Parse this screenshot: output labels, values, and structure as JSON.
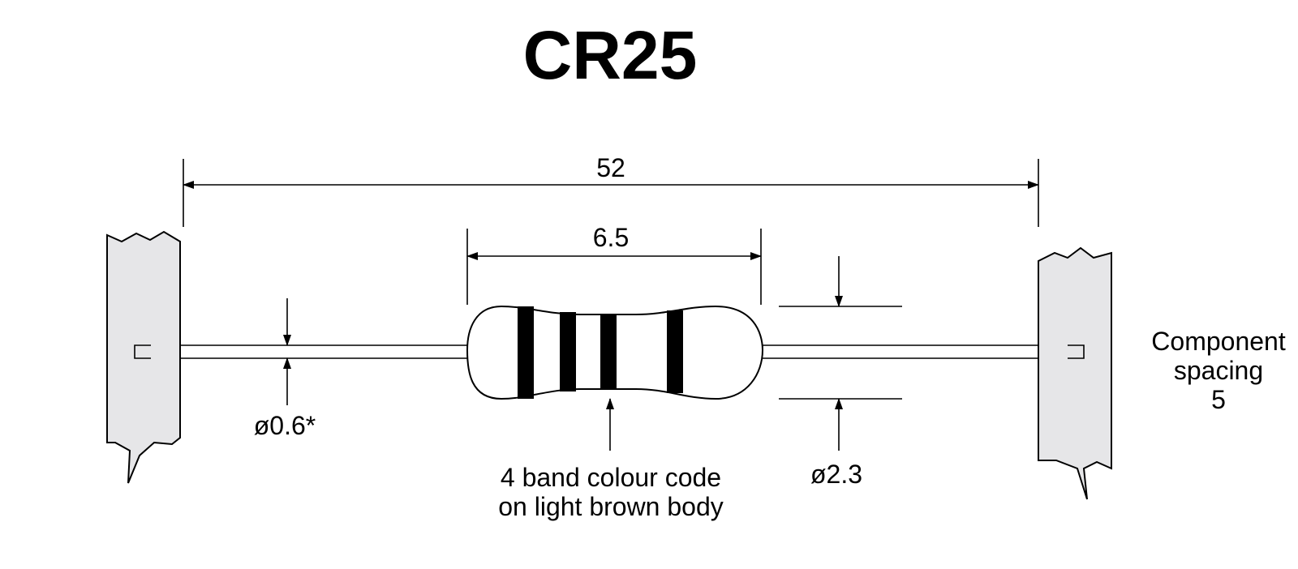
{
  "title": "CR25",
  "dimensions": {
    "overall_length": "52",
    "body_length": "6.5",
    "lead_diameter": "ø0.6*",
    "body_diameter": "ø2.3"
  },
  "notes": {
    "band_line1": "4 band colour code",
    "band_line2": "on light brown body",
    "spacing_line1": "Component",
    "spacing_line2": "spacing",
    "spacing_line3": "5"
  },
  "colors": {
    "stroke": "#000000",
    "board_fill": "#e6e6e8",
    "body_fill": "#ffffff",
    "band_fill": "#000000"
  }
}
